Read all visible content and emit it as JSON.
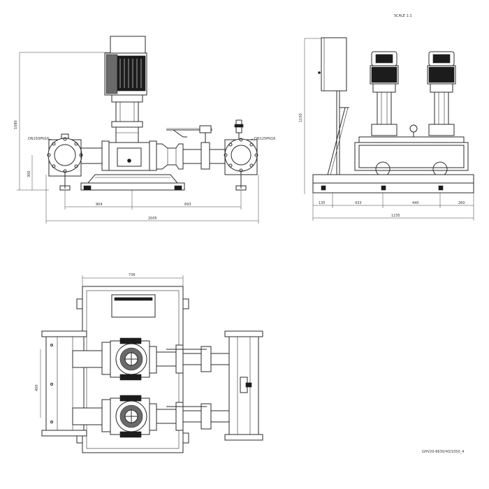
{
  "header": {
    "scale": "SCALE 1:1"
  },
  "front_view": {
    "label_left": "DN150PN16",
    "label_right": "DN125PN16",
    "dim_height": "1080",
    "dim_inlet_height": "300",
    "dim_left": "904",
    "dim_right": "693",
    "dim_total": "2005"
  },
  "side_view": {
    "dim_height": "1150",
    "dim_a": "135",
    "dim_b": "433",
    "dim_c": "440",
    "dim_d": "260",
    "dim_total": "1235"
  },
  "top_view": {
    "dim_width": "736",
    "dim_spacing": "400"
  },
  "footer": {
    "drawing_id": "GHV20-663V/43/1050_4"
  }
}
